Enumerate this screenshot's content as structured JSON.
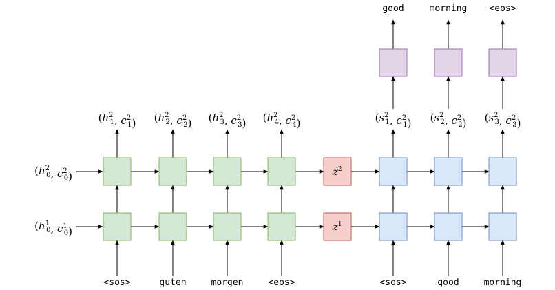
{
  "encoder": {
    "inputs": [
      "<sos>",
      "guten",
      "morgen",
      "<eos>"
    ],
    "top_states": [
      {
        "v": "h",
        "sup": "2",
        "sub": "1"
      },
      {
        "v": "h",
        "sup": "2",
        "sub": "2"
      },
      {
        "v": "h",
        "sup": "2",
        "sub": "3"
      },
      {
        "v": "h",
        "sup": "2",
        "sub": "4"
      }
    ],
    "initial_states": [
      {
        "v": "h",
        "sup": "2",
        "sub": "0",
        "layer": "top"
      },
      {
        "v": "h",
        "sup": "1",
        "sub": "0",
        "layer": "bottom"
      }
    ],
    "fill_color": "#d5e8d4",
    "stroke_color": "#82b366"
  },
  "context": {
    "labels": [
      {
        "v": "z",
        "sup": "2",
        "layer": "top"
      },
      {
        "v": "z",
        "sup": "1",
        "layer": "bottom"
      }
    ],
    "fill_color": "#f8cecc",
    "stroke_color": "#b85450"
  },
  "decoder": {
    "inputs": [
      "<sos>",
      "good",
      "morning"
    ],
    "top_states": [
      {
        "v": "s",
        "sup": "2",
        "sub": "1"
      },
      {
        "v": "s",
        "sup": "2",
        "sub": "2"
      },
      {
        "v": "s",
        "sup": "2",
        "sub": "3"
      }
    ],
    "outputs": [
      "good",
      "morning",
      "<eos>"
    ],
    "fill_color": "#dae8fc",
    "stroke_color": "#6c8ebf",
    "output_fill_color": "#e1d5e7",
    "output_stroke_color": "#9673a6"
  }
}
